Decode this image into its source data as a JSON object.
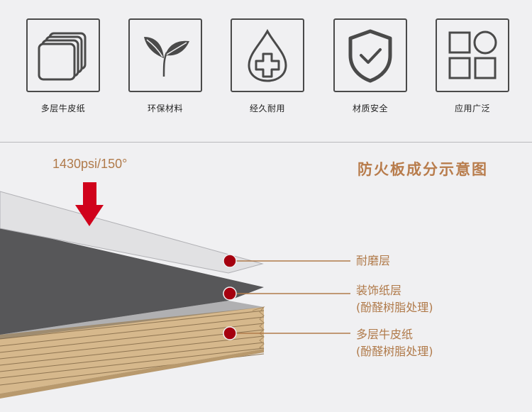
{
  "features": [
    {
      "icon": "layers-icon",
      "label": "多层牛皮纸"
    },
    {
      "icon": "sprout-icon",
      "label": "环保材料"
    },
    {
      "icon": "water-drop-plus-icon",
      "label": "经久耐用"
    },
    {
      "icon": "shield-check-icon",
      "label": "材质安全"
    },
    {
      "icon": "grid-circle-icon",
      "label": "应用广泛"
    }
  ],
  "diagram": {
    "pressure_label": "1430psi/150°",
    "title": "防火板成分示意图",
    "layers": [
      {
        "line1": "耐磨层",
        "line2": ""
      },
      {
        "line1": "装饰纸层",
        "line2": "(酚醛树脂处理)"
      },
      {
        "line1": "多层牛皮纸",
        "line2": "(酚醛树脂处理)"
      }
    ]
  },
  "colors": {
    "background": "#f0f0f2",
    "accent_text": "#b07a4a",
    "arrow_red": "#d0021b",
    "marker_red": "#a5000f",
    "kraft": "#d2b48c",
    "decor_layer": "#555555",
    "wear_layer": "#e2e2e4"
  }
}
